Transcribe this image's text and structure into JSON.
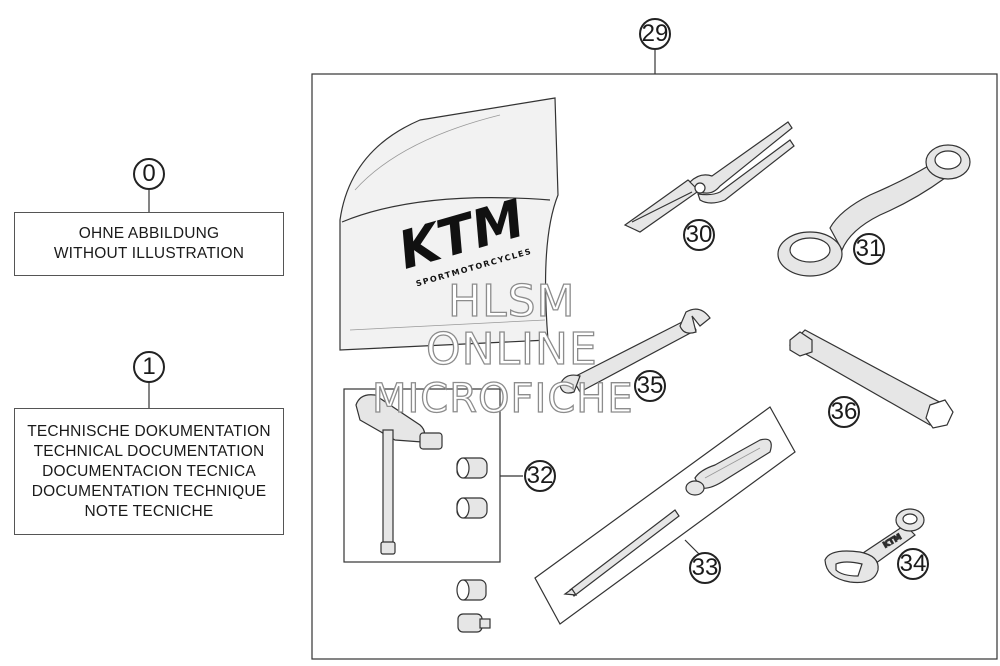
{
  "callouts": {
    "c0": "0",
    "c1": "1",
    "c29": "29",
    "c30": "30",
    "c31": "31",
    "c32": "32",
    "c33": "33",
    "c34": "34",
    "c35": "35",
    "c36": "36"
  },
  "doc_boxes": {
    "no_illustration": [
      "OHNE ABBILDUNG",
      "WITHOUT ILLUSTRATION"
    ],
    "technical_documentation": [
      "TECHNISCHE DOKUMENTATION",
      "TECHNICAL DOCUMENTATION",
      "DOCUMENTACION TECNICA",
      "DOCUMENTATION TECHNIQUE",
      "NOTE TECNICHE"
    ]
  },
  "bag_logo": {
    "brand": "KTM",
    "tagline": "SPORTMOTORCYCLES"
  },
  "watermark": {
    "line1": "HLSM",
    "line2": "ONLINE",
    "line3": "MICROFICHE"
  },
  "colors": {
    "line": "#222222",
    "box_border": "#555555",
    "bag_fill": "#f2f2f2",
    "tool_fill": "#e6e6e6",
    "watermark_stroke": "#8c8c8c"
  }
}
